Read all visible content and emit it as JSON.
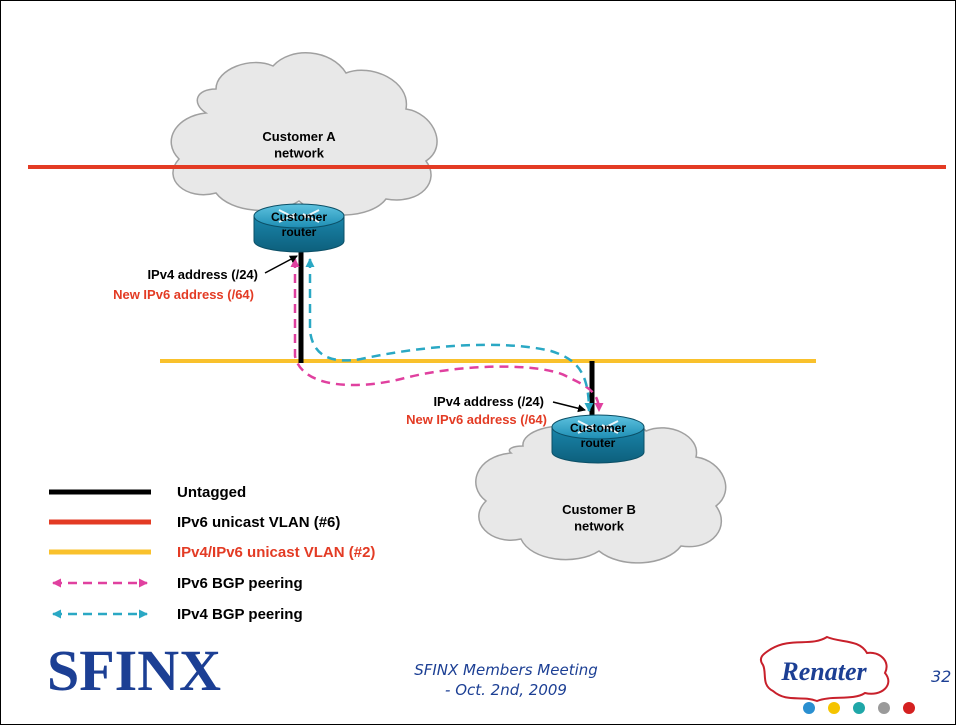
{
  "diagram": {
    "customer_a": {
      "cloud_label": "Customer A\nnetwork",
      "router_label": "Customer\nrouter"
    },
    "customer_b": {
      "cloud_label": "Customer B\nnetwork",
      "router_label": "Customer\nrouter"
    },
    "link_a": {
      "ipv4_label": "IPv4 address (/24)",
      "ipv6_label": "New IPv6 address (/64)"
    },
    "link_b": {
      "ipv4_label": "IPv4 address (/24)",
      "ipv6_label": "New IPv6 address (/64)"
    }
  },
  "legend": [
    {
      "label": "Untagged",
      "color": "#000000",
      "style": "solid",
      "text_color": "#000000"
    },
    {
      "label": "IPv6 unicast VLAN (#6)",
      "color": "#e33b24",
      "style": "solid",
      "text_color": "#000000"
    },
    {
      "label": "IPv4/IPv6 unicast VLAN (#2)",
      "color": "#f9c12c",
      "style": "solid",
      "text_color": "#e33b24"
    },
    {
      "label": "IPv6 BGP peering",
      "color": "#e0409f",
      "style": "dashed",
      "text_color": "#000000"
    },
    {
      "label": "IPv4 BGP peering",
      "color": "#2aa8c4",
      "style": "dashed",
      "text_color": "#000000"
    }
  ],
  "footer": {
    "logo_left": "SFINX",
    "meeting_line1": "SFINX Members Meeting",
    "meeting_line2": "- Oct. 2nd, 2009",
    "logo_right": "Renater",
    "page_number": "32"
  },
  "colors": {
    "ipv6_vlan": "#e33b24",
    "dual_vlan": "#f9c12c",
    "ipv6_bgp": "#e0409f",
    "ipv4_bgp": "#2aa8c4",
    "router_blue": "#1b8fb4",
    "cloud_fill": "#e8e8e8",
    "highlight_text": "#e33b24"
  }
}
